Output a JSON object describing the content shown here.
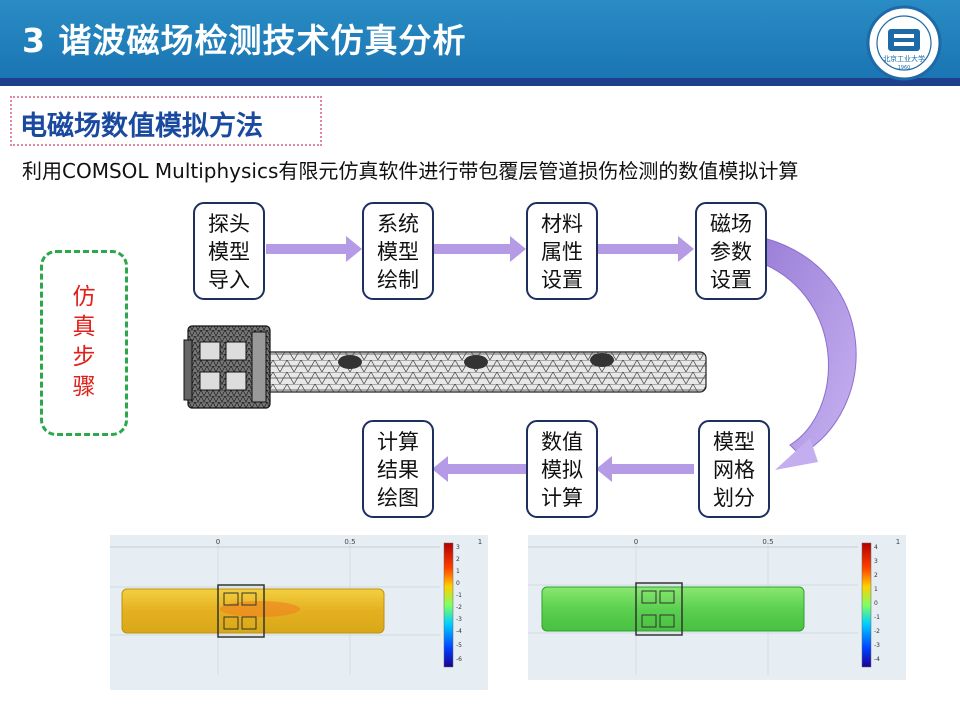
{
  "header": {
    "title": "3  谐波磁场检测技术仿真分析"
  },
  "logo": {
    "icon": "university-logo-icon",
    "text": "北京工业大学",
    "year": "1960",
    "color": "#1c6aa8"
  },
  "subtitle": "电磁场数值模拟方法",
  "description": "利用COMSOL Multiphysics有限元仿真软件进行带包覆层管道损伤检测的数值模拟计算",
  "steps_label": [
    "仿",
    "真",
    "步",
    "骤"
  ],
  "steps": [
    {
      "lines": [
        "探头",
        "模型",
        "导入"
      ]
    },
    {
      "lines": [
        "系统",
        "模型",
        "绘制"
      ]
    },
    {
      "lines": [
        "材料",
        "属性",
        "设置"
      ]
    },
    {
      "lines": [
        "磁场",
        "参数",
        "设置"
      ]
    },
    {
      "lines": [
        "模型",
        "网格",
        "划分"
      ]
    },
    {
      "lines": [
        "数值",
        "模拟",
        "计算"
      ]
    },
    {
      "lines": [
        "计算",
        "结果",
        "绘图"
      ]
    }
  ],
  "colors": {
    "header": "#1f7ab8",
    "accent": "#1e3f8a",
    "arrow": "#b59ae6",
    "steps_border": "#2aa84a",
    "steps_text": "#e0201a"
  },
  "sim_left": {
    "axis_ticks": [
      "0",
      "0.5",
      "1"
    ],
    "colorbar_ticks": [
      "3",
      "2",
      "1",
      "0",
      "-1",
      "-2",
      "-3",
      "-4",
      "-5",
      "-6"
    ]
  },
  "sim_right": {
    "axis_ticks": [
      "0",
      "0.5",
      "1"
    ],
    "colorbar_ticks": [
      "4",
      "3",
      "2",
      "1",
      "0",
      "-1",
      "-2",
      "-3",
      "-4"
    ]
  }
}
